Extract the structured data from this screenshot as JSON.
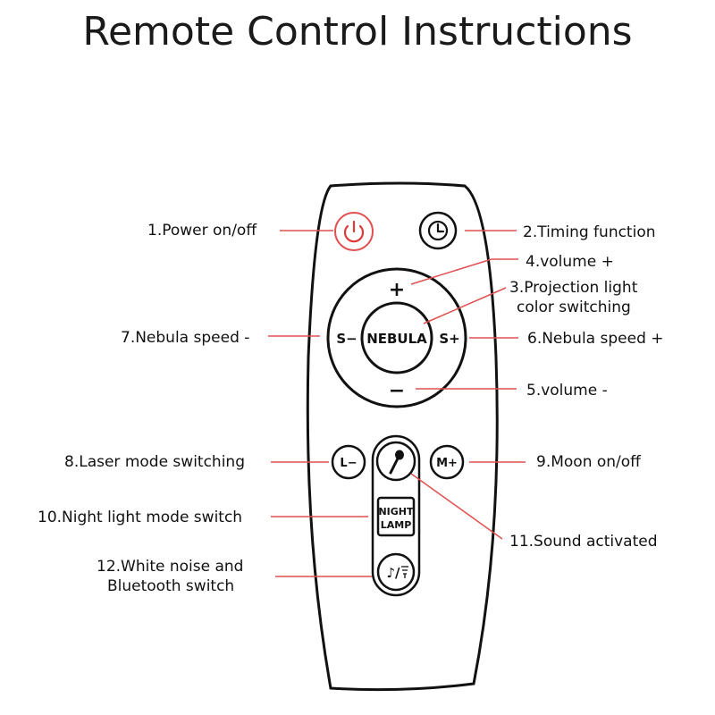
{
  "title": "Remote Control Instructions",
  "callouts": {
    "power": "1.Power on/off",
    "timing": "2.Timing function",
    "projection_line1": "3.Projection light",
    "projection_line2": "color switching",
    "volume_up": "4.volume +",
    "volume_down": "5.volume -",
    "nebula_speed_up": "6.Nebula speed +",
    "nebula_speed_down": "7.Nebula speed -",
    "laser": "8.Laser mode switching",
    "moon": "9.Moon on/off",
    "night_light": "10.Night light mode switch",
    "sound": "11.Sound activated",
    "white_noise_line1": "12.White noise and",
    "white_noise_line2": "Bluetooth switch"
  },
  "buttons": {
    "plus": "+",
    "minus": "−",
    "s_minus": "S−",
    "s_plus": "S+",
    "nebula": "NEBULA",
    "l_minus": "L−",
    "m_plus": "M+",
    "night_line1": "NIGHT",
    "night_line2": "LAMP",
    "music_symbol": "♪/"
  },
  "colors": {
    "leader_line": "#e05050",
    "power_icon": "#e03a3a",
    "outline": "#111111"
  },
  "icons": [
    "power-icon",
    "clock-icon",
    "microphone-icon",
    "music-bluetooth-icon"
  ]
}
